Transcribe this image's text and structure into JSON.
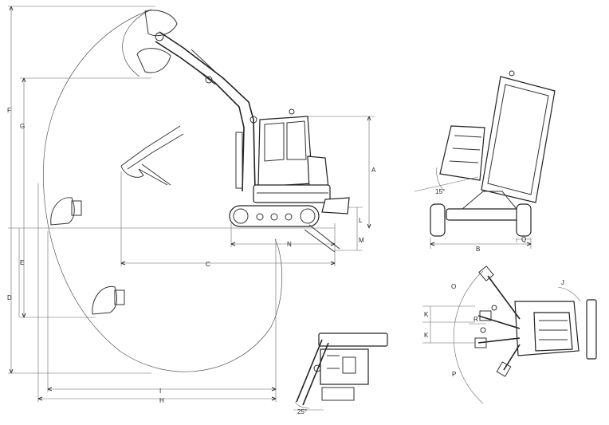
{
  "dimension_labels": {
    "A": "A",
    "B": "B",
    "C": "C",
    "D": "D",
    "E": "E",
    "F": "F",
    "G": "G",
    "H": "H",
    "I": "I",
    "J": "J",
    "K1": "K",
    "K2": "K",
    "L": "L",
    "M": "M",
    "N": "N",
    "O": "O",
    "P": "P",
    "Q": "Q",
    "R": "R"
  },
  "angles": {
    "tilt": "15°",
    "offset": "25°"
  }
}
